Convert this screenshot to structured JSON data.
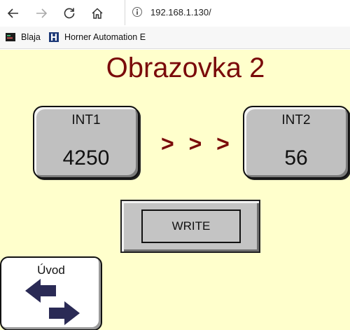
{
  "browser": {
    "url": "192.168.1.130/",
    "bookmarks": [
      {
        "label": "Blaja",
        "icon": "terminal-icon"
      },
      {
        "label": "Horner Automation E",
        "icon": "horner-logo-icon"
      }
    ]
  },
  "hmi": {
    "title": "Obrazovka 2",
    "int1": {
      "label": "INT1",
      "value": "4250"
    },
    "int2": {
      "label": "INT2",
      "value": "56"
    },
    "arrows": "> > >",
    "write_label": "WRITE",
    "nav_label": "Úvod",
    "colors": {
      "background": "#ffffcc",
      "accent": "#7a0a0a",
      "icon": "#2a2a55"
    }
  }
}
